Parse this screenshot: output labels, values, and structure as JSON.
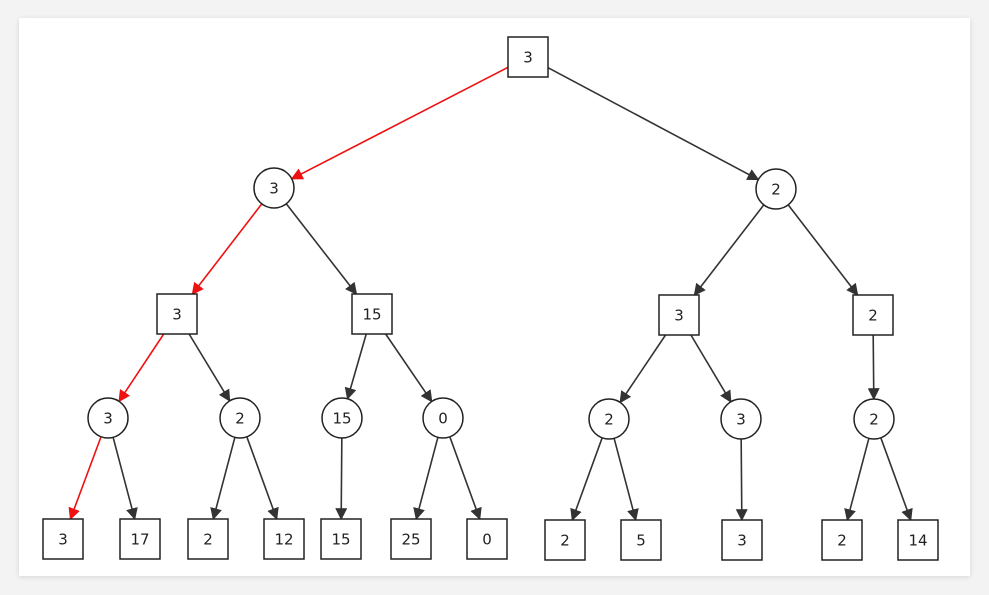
{
  "diagram": {
    "type": "minimax-game-tree",
    "colors": {
      "edge_default": "#333333",
      "edge_highlight": "#ee1111",
      "node_stroke": "#222222",
      "node_fill": "#ffffff"
    },
    "nodes": [
      {
        "id": "n0",
        "value": "3",
        "shape": "square"
      },
      {
        "id": "n1",
        "value": "3",
        "shape": "circle"
      },
      {
        "id": "n2",
        "value": "2",
        "shape": "circle"
      },
      {
        "id": "n3",
        "value": "3",
        "shape": "square"
      },
      {
        "id": "n4",
        "value": "15",
        "shape": "square"
      },
      {
        "id": "n5",
        "value": "3",
        "shape": "square"
      },
      {
        "id": "n6",
        "value": "2",
        "shape": "square"
      },
      {
        "id": "n7",
        "value": "3",
        "shape": "circle"
      },
      {
        "id": "n8",
        "value": "2",
        "shape": "circle"
      },
      {
        "id": "n9",
        "value": "15",
        "shape": "circle"
      },
      {
        "id": "n10",
        "value": "0",
        "shape": "circle"
      },
      {
        "id": "n11",
        "value": "2",
        "shape": "circle"
      },
      {
        "id": "n12",
        "value": "3",
        "shape": "circle"
      },
      {
        "id": "n13",
        "value": "2",
        "shape": "circle"
      },
      {
        "id": "n14",
        "value": "3",
        "shape": "square"
      },
      {
        "id": "n15",
        "value": "17",
        "shape": "square"
      },
      {
        "id": "n16",
        "value": "2",
        "shape": "square"
      },
      {
        "id": "n17",
        "value": "12",
        "shape": "square"
      },
      {
        "id": "n18",
        "value": "15",
        "shape": "square"
      },
      {
        "id": "n19",
        "value": "25",
        "shape": "square"
      },
      {
        "id": "n20",
        "value": "0",
        "shape": "square"
      },
      {
        "id": "n21",
        "value": "2",
        "shape": "square"
      },
      {
        "id": "n22",
        "value": "5",
        "shape": "square"
      },
      {
        "id": "n23",
        "value": "3",
        "shape": "square"
      },
      {
        "id": "n24",
        "value": "2",
        "shape": "square"
      },
      {
        "id": "n25",
        "value": "14",
        "shape": "square"
      }
    ],
    "edges": [
      {
        "from": "n0",
        "to": "n1",
        "highlight": true
      },
      {
        "from": "n0",
        "to": "n2",
        "highlight": false
      },
      {
        "from": "n1",
        "to": "n3",
        "highlight": true
      },
      {
        "from": "n1",
        "to": "n4",
        "highlight": false
      },
      {
        "from": "n2",
        "to": "n5",
        "highlight": false
      },
      {
        "from": "n2",
        "to": "n6",
        "highlight": false
      },
      {
        "from": "n3",
        "to": "n7",
        "highlight": true
      },
      {
        "from": "n3",
        "to": "n8",
        "highlight": false
      },
      {
        "from": "n4",
        "to": "n9",
        "highlight": false
      },
      {
        "from": "n4",
        "to": "n10",
        "highlight": false
      },
      {
        "from": "n5",
        "to": "n11",
        "highlight": false
      },
      {
        "from": "n5",
        "to": "n12",
        "highlight": false
      },
      {
        "from": "n6",
        "to": "n13",
        "highlight": false
      },
      {
        "from": "n7",
        "to": "n14",
        "highlight": true
      },
      {
        "from": "n7",
        "to": "n15",
        "highlight": false
      },
      {
        "from": "n8",
        "to": "n16",
        "highlight": false
      },
      {
        "from": "n8",
        "to": "n17",
        "highlight": false
      },
      {
        "from": "n9",
        "to": "n18",
        "highlight": false
      },
      {
        "from": "n10",
        "to": "n19",
        "highlight": false
      },
      {
        "from": "n10",
        "to": "n20",
        "highlight": false
      },
      {
        "from": "n11",
        "to": "n21",
        "highlight": false
      },
      {
        "from": "n11",
        "to": "n22",
        "highlight": false
      },
      {
        "from": "n12",
        "to": "n23",
        "highlight": false
      },
      {
        "from": "n13",
        "to": "n24",
        "highlight": false
      },
      {
        "from": "n13",
        "to": "n25",
        "highlight": false
      }
    ]
  }
}
